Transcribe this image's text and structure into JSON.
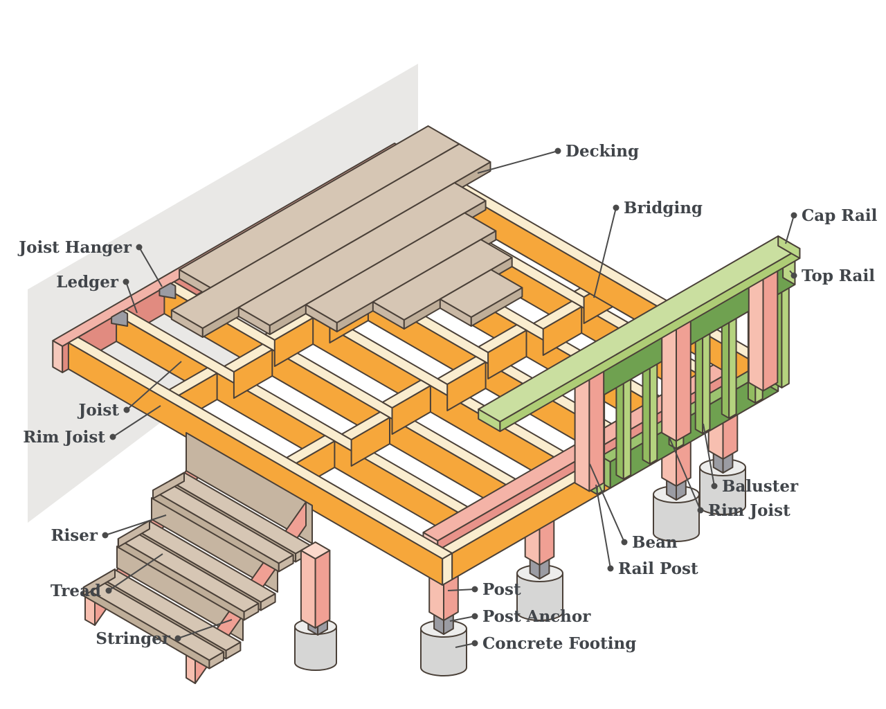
{
  "labels": {
    "decking": {
      "text": "Decking"
    },
    "bridging": {
      "text": "Bridging"
    },
    "cap_rail": {
      "text": "Cap Rail"
    },
    "top_rail": {
      "text": "Top Rail"
    },
    "joist_hanger": {
      "text": "Joist Hanger"
    },
    "ledger": {
      "text": "Ledger"
    },
    "joist": {
      "text": "Joist"
    },
    "rim_joist_left": {
      "text": "Rim Joist"
    },
    "riser": {
      "text": "Riser"
    },
    "tread": {
      "text": "Tread"
    },
    "stringer": {
      "text": "Stringer"
    },
    "baluster": {
      "text": "Baluster"
    },
    "rim_joist_right": {
      "text": "Rim Joist"
    },
    "bean": {
      "text": "Bean"
    },
    "rail_post": {
      "text": "Rail Post"
    },
    "post": {
      "text": "Post"
    },
    "post_anchor": {
      "text": "Post Anchor"
    },
    "concrete_footing": {
      "text": "Concrete Footing"
    }
  },
  "colors": {
    "background": "#FFFFFF",
    "wall": "#E9E8E6",
    "outline": "#4A4038",
    "orange": "#F6A73B",
    "cream": "#FAEDCF",
    "pink_front": "#E18B80",
    "pink_top": "#F2B3A8",
    "pink_end": "#F6C9BC",
    "beam_front": "#E8938A",
    "beam_top": "#F4B3A7",
    "beam_end": "#F7C9BC",
    "post_front": "#F0A094",
    "post_side": "#F7BFB0",
    "post_top": "#FBD9CC",
    "concrete_side": "#D6D6D5",
    "concrete_top": "#EDEDEC",
    "anchor": "#9B9CA3",
    "anchor_top": "#BFC0C6",
    "deck_top": "#D6C6B4",
    "deck_front": "#BFAE99",
    "deck_end": "#C9B8A5",
    "riser_face": "#C6B5A1",
    "green_dark": "#6FA150",
    "green_mid": "#9CC46F",
    "green_light": "#AECD76",
    "green_light_top": "#CADFA0",
    "green_pale": "#BCD788",
    "baluster_front": "#B5D37F",
    "baluster_side": "#93BC60",
    "baluster_top": "#CDE2A4",
    "label_line": "#4A4A4A",
    "label_text": "#41454A"
  }
}
